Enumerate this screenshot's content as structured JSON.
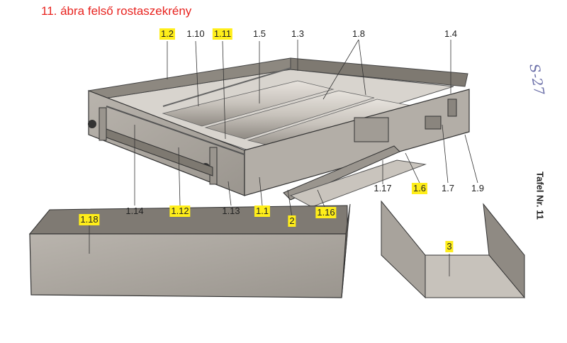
{
  "title": "11. ábra felső rostaszekrény",
  "side_label": "Tafel Nr. 11",
  "handwritten_note": "S-27",
  "callouts": [
    {
      "id": "1.2",
      "highlighted": true
    },
    {
      "id": "1.10",
      "highlighted": false
    },
    {
      "id": "1.11",
      "highlighted": true
    },
    {
      "id": "1.5",
      "highlighted": false
    },
    {
      "id": "1.3",
      "highlighted": false
    },
    {
      "id": "1.8",
      "highlighted": false
    },
    {
      "id": "1.4",
      "highlighted": false
    },
    {
      "id": "1.14",
      "highlighted": false
    },
    {
      "id": "1.12",
      "highlighted": true
    },
    {
      "id": "1.13",
      "highlighted": false
    },
    {
      "id": "1.1",
      "highlighted": true
    },
    {
      "id": "2",
      "highlighted": true
    },
    {
      "id": "1.16",
      "highlighted": true
    },
    {
      "id": "1.17",
      "highlighted": false
    },
    {
      "id": "1.6",
      "highlighted": true
    },
    {
      "id": "1.7",
      "highlighted": false
    },
    {
      "id": "1.9",
      "highlighted": false
    },
    {
      "id": "1.18",
      "highlighted": true
    },
    {
      "id": "3",
      "highlighted": true
    }
  ],
  "colors": {
    "title": "#e8231f",
    "highlight": "#ffee1a",
    "metal": "#a9a39b",
    "ink": "#222222"
  }
}
